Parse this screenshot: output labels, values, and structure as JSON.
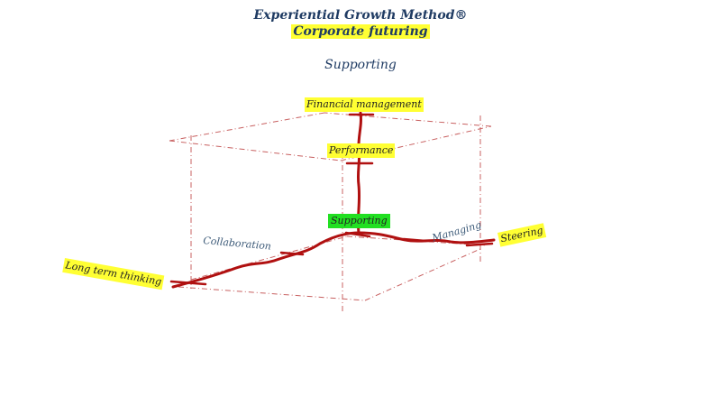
{
  "header": {
    "title": "Experiential Growth Method®",
    "subtitle": "Corporate futuring",
    "section": "Supporting"
  },
  "diagram": {
    "nodes": {
      "financial": "Financial management",
      "performance": "Performance",
      "supporting": "Supporting",
      "long_term": "Long term thinking",
      "steering": "Steering"
    },
    "edge_labels": {
      "collaboration": "Collaboration",
      "managing": "Managing"
    },
    "colors": {
      "path": "#b01010",
      "frame": "#c86060",
      "highlight_yellow": "#ffff33",
      "highlight_green": "#22e022"
    }
  }
}
